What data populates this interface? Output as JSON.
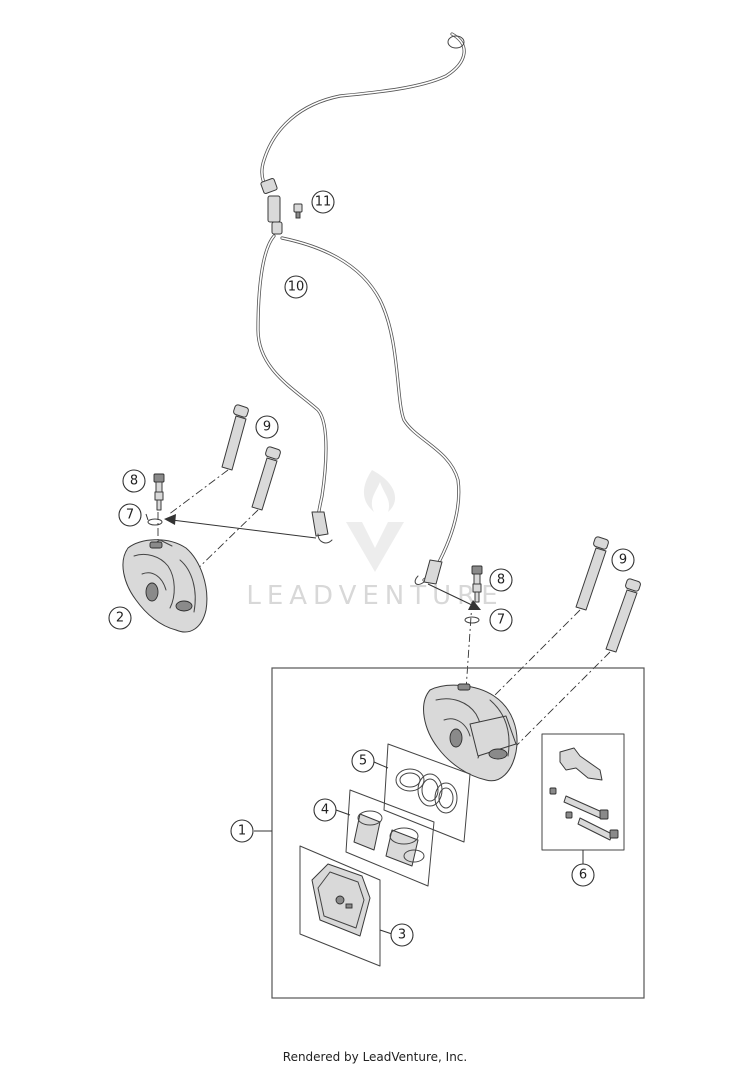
{
  "watermark": {
    "text": "LEADVENTURE"
  },
  "callouts": {
    "c1": "1",
    "c2": "2",
    "c3": "3",
    "c4": "4",
    "c5": "5",
    "c6": "6",
    "c7a": "7",
    "c7b": "7",
    "c8a": "8",
    "c8b": "8",
    "c9a": "9",
    "c9b": "9",
    "c10": "10",
    "c11": "11"
  },
  "footer": {
    "credit": "Rendered by LeadVenture, Inc."
  },
  "colors": {
    "line": "#333333",
    "watermark": "#d8d8d8",
    "background": "#ffffff"
  }
}
